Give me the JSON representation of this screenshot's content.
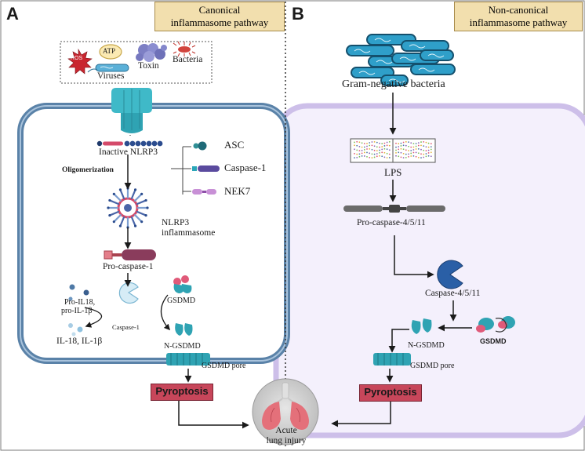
{
  "panels": {
    "a": {
      "letter": "A",
      "title_line1": "Canonical",
      "title_line2": "inflammasome pathway",
      "stimuli": {
        "ros": "ROS",
        "atp": "ATP",
        "toxin": "Toxin",
        "bacteria": "Bacteria",
        "viruses": "Viruses"
      },
      "inactive_nlrp3": "Inactive NLRP3",
      "oligomerization": "Oligomerization",
      "components": [
        "ASC",
        "Caspase-1",
        "NEK7"
      ],
      "inflammasome_line1": "NLRP3",
      "inflammasome_line2": "inflammasome",
      "pro_caspase": "Pro-caspase-1",
      "pro_il_line1": "Pro-IL18,",
      "pro_il_line2": "pro-IL-1β",
      "caspase_active": "Caspase-1",
      "il": "IL-18, IL-1β",
      "gsdmd": "GSDMD",
      "n_gsdmd": "N-GSDMD",
      "pore": "GSDMD pore",
      "pyroptosis": "Pyroptosis"
    },
    "b": {
      "letter": "B",
      "title_line1": "Non-canonical",
      "title_line2": "inflammasome pathway",
      "bacteria": "Gram-negative bacteria",
      "lps": "LPS",
      "pro_caspase": "Pro-caspase-4/5/11",
      "caspase": "Caspase-4/5/11",
      "n_gsdmd": "N-GSDMD",
      "gsdmd": "GSDMD",
      "pore": "GSDMD pore",
      "pyroptosis": "Pyroptosis"
    }
  },
  "outcome": {
    "line1": "Acute",
    "line2": "lung injury"
  },
  "colors": {
    "cell_a": "#5a82a8",
    "cell_b": "#cdbfe9",
    "receptor": "#3fb9c8",
    "pyroptosis": "#c7465a",
    "caspase_blue": "#2a5fa6",
    "teal": "#2fa3b3",
    "label_box": "#f2dfae"
  }
}
